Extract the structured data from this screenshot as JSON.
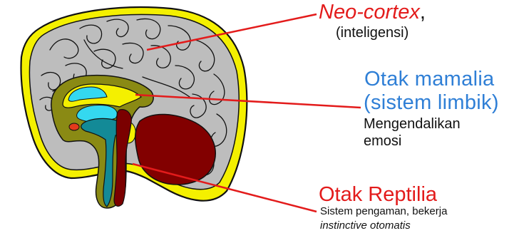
{
  "colors": {
    "cortex_fill": "#bdbdbd",
    "cortex_outline": "#111111",
    "dura_band": "#f4f000",
    "limbic_olive": "#8a8a14",
    "limbic_cyan": "#34d8f0",
    "ventricle_teal": "#138a97",
    "cerebellum": "#820000",
    "brainstem": "#7b0000",
    "pineal": "#e33a1b",
    "callout_line": "#e31b1b",
    "label_red": "#e31b1b",
    "label_blue": "#2f7fd6",
    "label_dark": "#111111"
  },
  "labels": {
    "neocortex": {
      "title": "Neo-cortex",
      "comma": ",",
      "subtitle": "(inteligensi)"
    },
    "mammal": {
      "title_line1": "Otak mamalia",
      "title_line2": "(sistem limbik)",
      "desc_line1": "Mengendalikan",
      "desc_line2": "emosi"
    },
    "reptile": {
      "title": "Otak Reptilia",
      "desc_line1": "Sistem pengaman, bekerja",
      "desc_line2": "instinctive otomatis"
    }
  }
}
